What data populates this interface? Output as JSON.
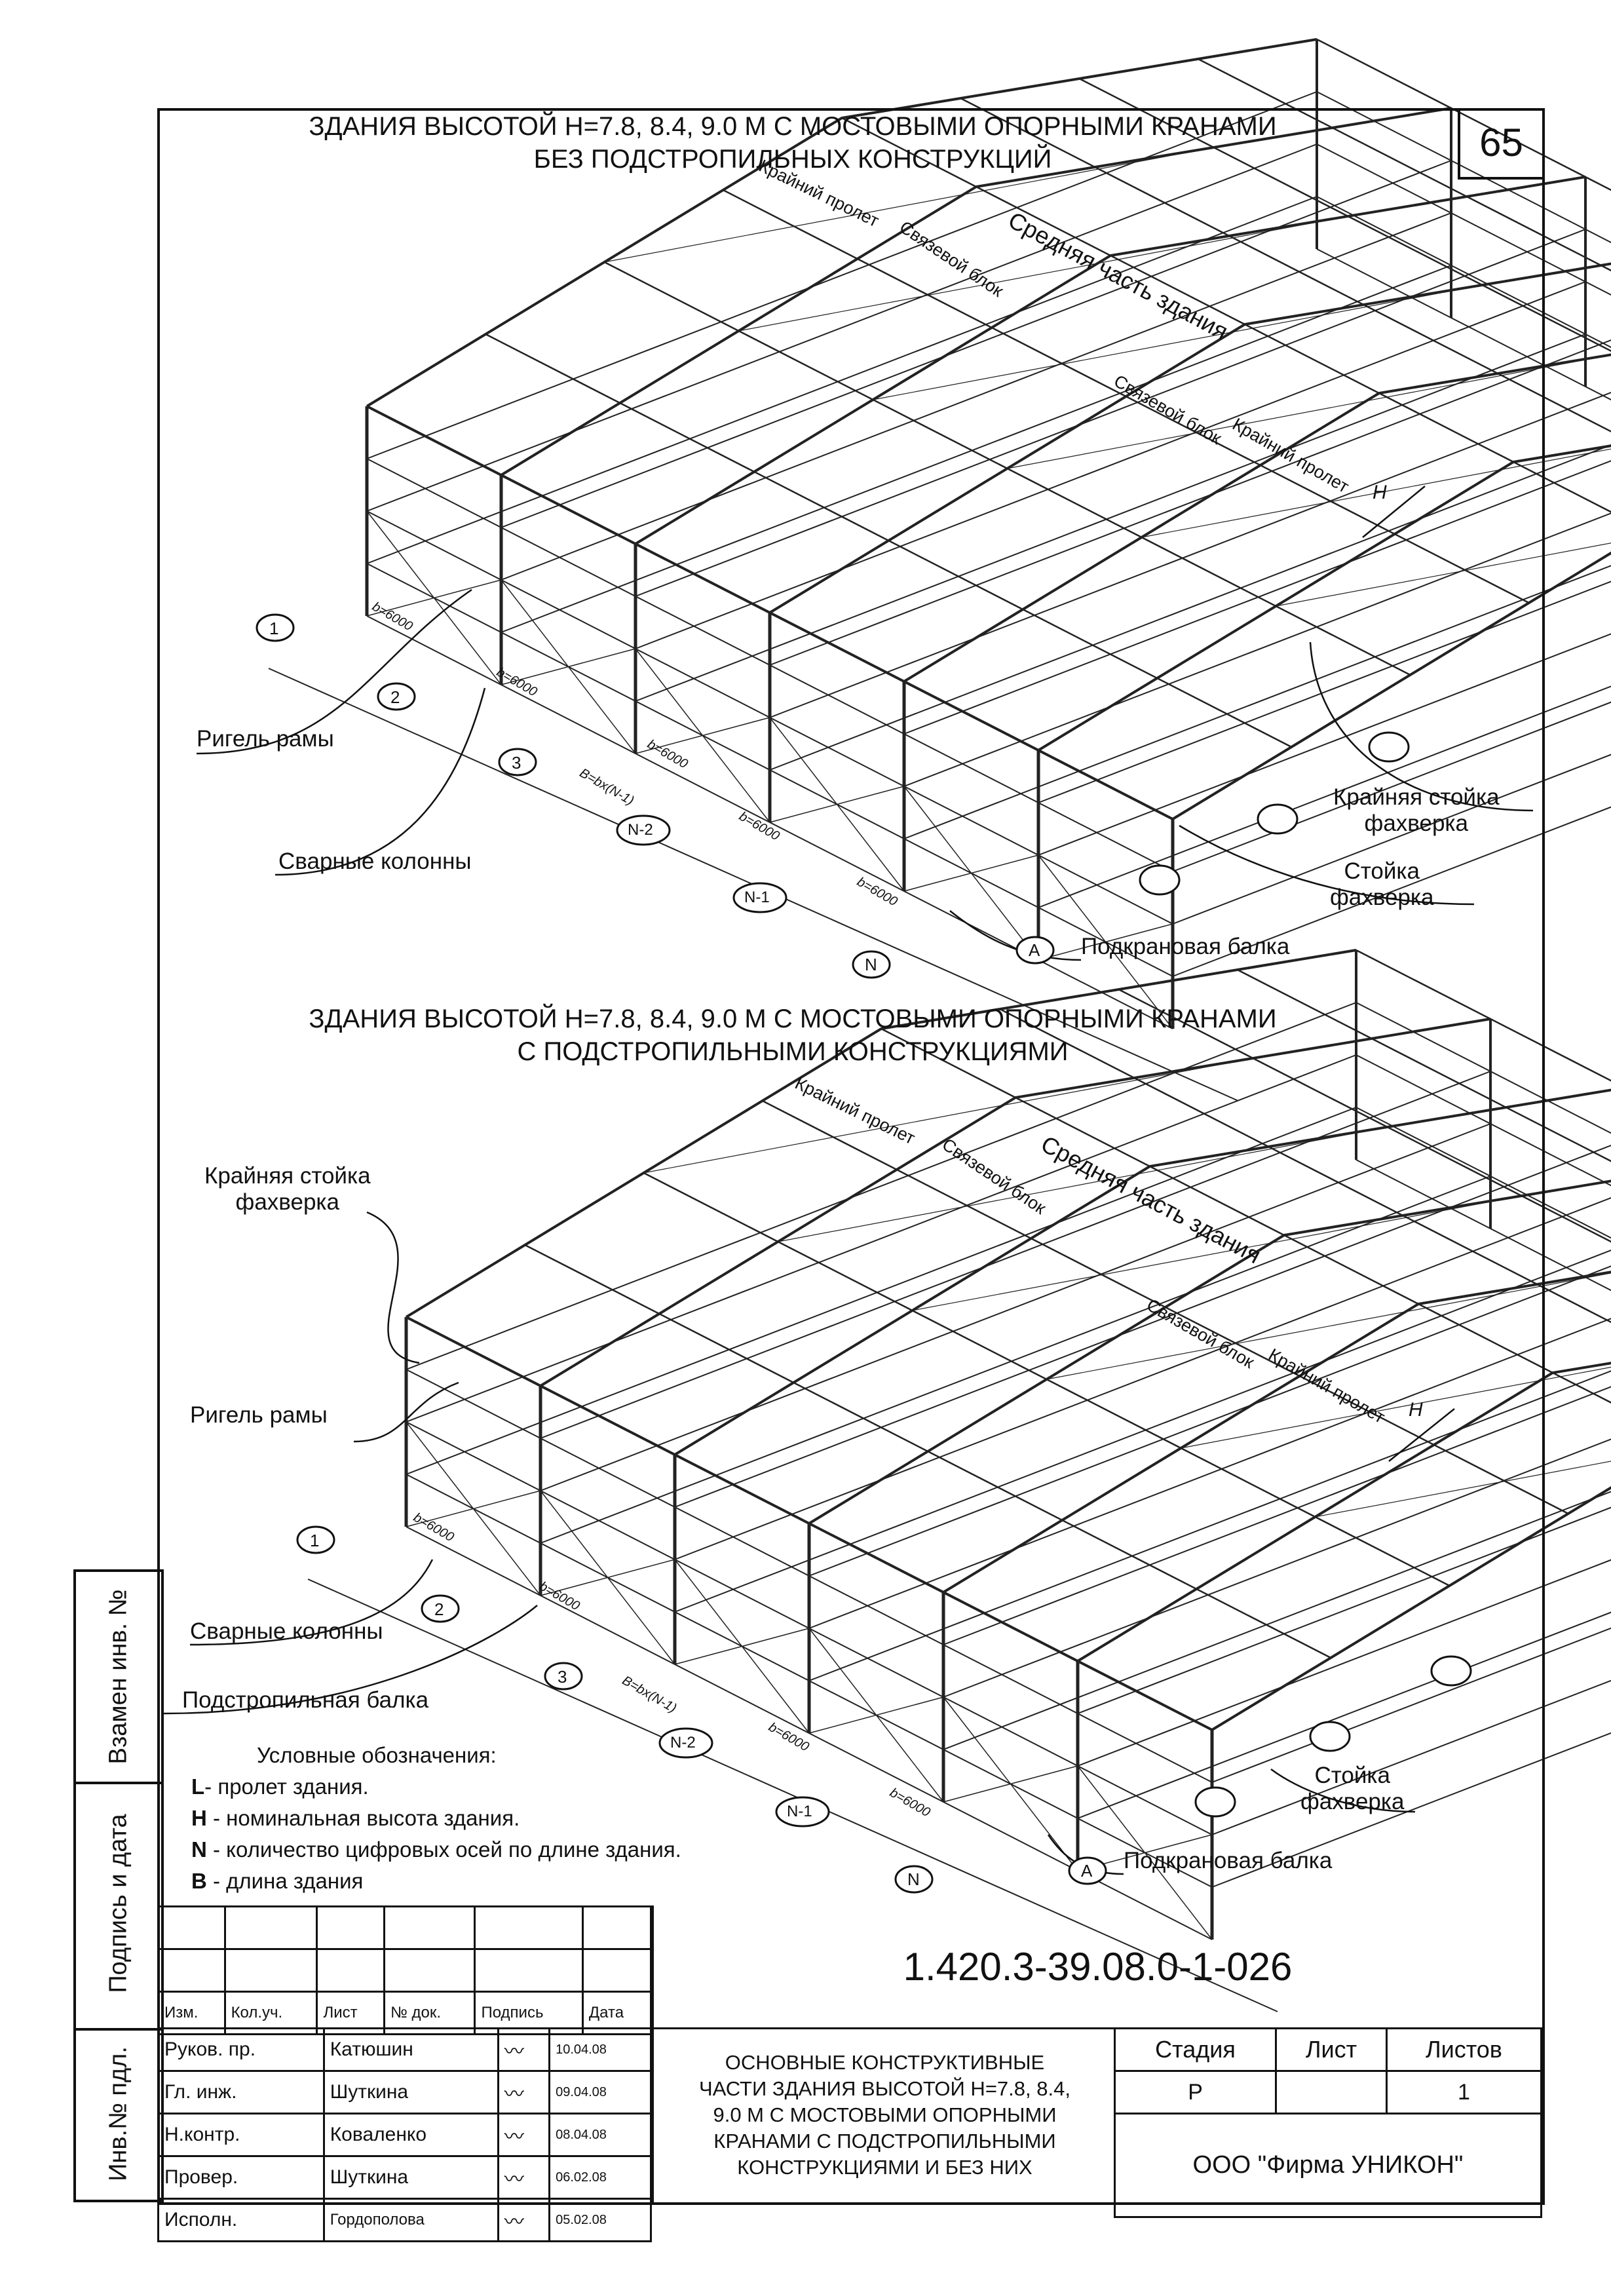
{
  "sheet_number": "65",
  "top_title": [
    "ЗДАНИЯ ВЫСОТОЙ Н=7.8, 8.4, 9.0 М С МОСТОВЫМИ ОПОРНЫМИ КРАНАМИ",
    "БЕЗ ПОДСТРОПИЛЬНЫХ КОНСТРУКЦИЙ"
  ],
  "mid_title": [
    "ЗДАНИЯ ВЫСОТОЙ Н=7.8, 8.4, 9.0 М С  МОСТОВЫМИ ОПОРНЫМИ КРАНАМИ",
    "С ПОДСТРОПИЛЬНЫМИ КОНСТРУКЦИЯМИ"
  ],
  "top_labels": {
    "kraini_prolet": "Крайний пролет",
    "svyazevoi_blok": "Связевой блок",
    "srednyaya": "Средняя часть здания",
    "h": "H",
    "rigel": "Ригель рамы",
    "svarnye": "Сварные колонны",
    "kr_stoika_1": "Крайняя стойка",
    "kr_stoika_2": "фахверка",
    "stoika_1": "Стойка",
    "stoika_2": "фахверка",
    "podkranovaya": "Подкрановая балка"
  },
  "bottom_labels": {
    "kr_stoika_1": "Крайняя стойка",
    "kr_stoika_2": "фахверка",
    "rigel": "Ригель рамы",
    "svarnye": "Сварные колонны",
    "podstropilnaya": "Подстропильная балка",
    "stoika_1": "Стойка",
    "stoika_2": "фахверка",
    "podkranovaya": "Подкрановая балка",
    "kraini_prolet": "Крайний пролет",
    "svyazevoi_blok": "Связевой блок",
    "srednyaya": "Средняя часть здания",
    "h": "H"
  },
  "dims": {
    "b": "b=6000",
    "B": "B=bx(N-1)"
  },
  "axes": [
    "1",
    "2",
    "3",
    "N-2",
    "N-1",
    "N",
    "A"
  ],
  "legend": {
    "heading": "Условные обозначения:",
    "items": [
      {
        "sym": "L",
        "text": "- пролет здания."
      },
      {
        "sym": "H",
        "text": " - номинальная высота здания."
      },
      {
        "sym": "N",
        "text": " - количество цифровых осей по длине здания."
      },
      {
        "sym": "B",
        "text": " - длина здания"
      }
    ]
  },
  "side": {
    "vzamen": "Взамен инв. №",
    "podpis": "Подпись и дата",
    "inv": "Инв.№ пдл."
  },
  "stamp": {
    "doc_code": "1.420.3-39.08.0-1-026",
    "header": [
      "Изм.",
      "Кол.уч.",
      "Лист",
      "№ док.",
      "Подпись",
      "Дата"
    ],
    "rows": [
      {
        "role": "Руков. пр.",
        "name": "Катюшин",
        "date": "10.04.08"
      },
      {
        "role": "Гл. инж.",
        "name": "Шуткина",
        "date": "09.04.08"
      },
      {
        "role": "Н.контр.",
        "name": "Коваленко",
        "date": "08.04.08"
      },
      {
        "role": "Провер.",
        "name": "Шуткина",
        "date": "06.02.08"
      },
      {
        "role": "Исполн.",
        "name": "Гордополова",
        "date": "05.02.08"
      }
    ],
    "description": [
      "ОСНОВНЫЕ КОНСТРУКТИВНЫЕ",
      "ЧАСТИ ЗДАНИЯ ВЫСОТОЙ  Н=7.8, 8.4,",
      "9.0 М С МОСТОВЫМИ ОПОРНЫМИ",
      "КРАНАМИ С ПОДСТРОПИЛЬНЫМИ",
      "КОНСТРУКЦИЯМИ И БЕЗ НИХ"
    ],
    "stage_label": "Стадия",
    "sheet_label": "Лист",
    "sheets_label": "Листов",
    "stage": "Р",
    "sheet": "",
    "sheets": "1",
    "company": "ООО \"Фирма УНИКОН\""
  }
}
